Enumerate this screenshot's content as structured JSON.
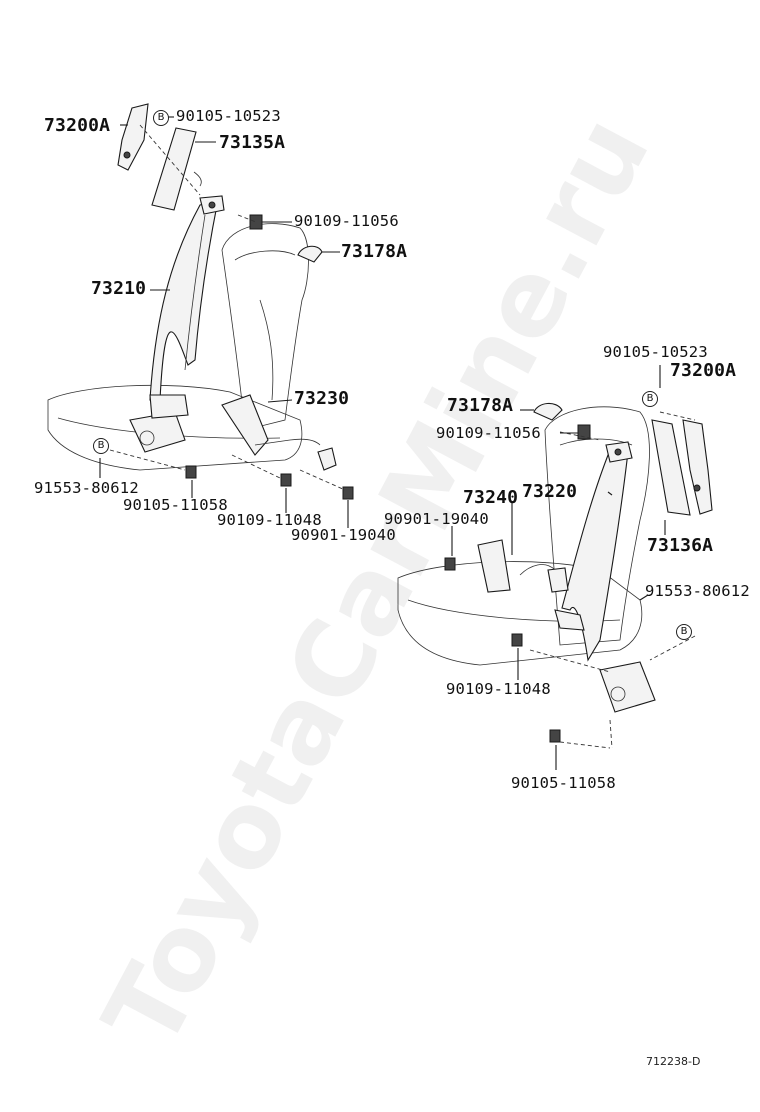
{
  "labels": {
    "l1": "73200A",
    "l2": "90105-10523",
    "l3": "73135A",
    "l4": "90109-11056",
    "l5": "73178A",
    "l6": "73210",
    "l7": "73230",
    "l8": "91553-80612",
    "l9": "90105-11058",
    "l10": "90109-11048",
    "l11": "90901-19040",
    "l12": "90105-10523",
    "l13": "73200A",
    "l14": "73178A",
    "l15": "90109-11056",
    "l16": "73240",
    "l17": "73220",
    "l18": "90901-19040",
    "l19": "73136A",
    "l20": "91553-80612",
    "l21": "90109-11048",
    "l22": "90105-11058"
  },
  "badges": {
    "b1": "B",
    "b2": "B",
    "b3": "B",
    "b4": "B"
  },
  "drawing_code": "712238-D",
  "watermark": "ToyotaCarMine.ru"
}
